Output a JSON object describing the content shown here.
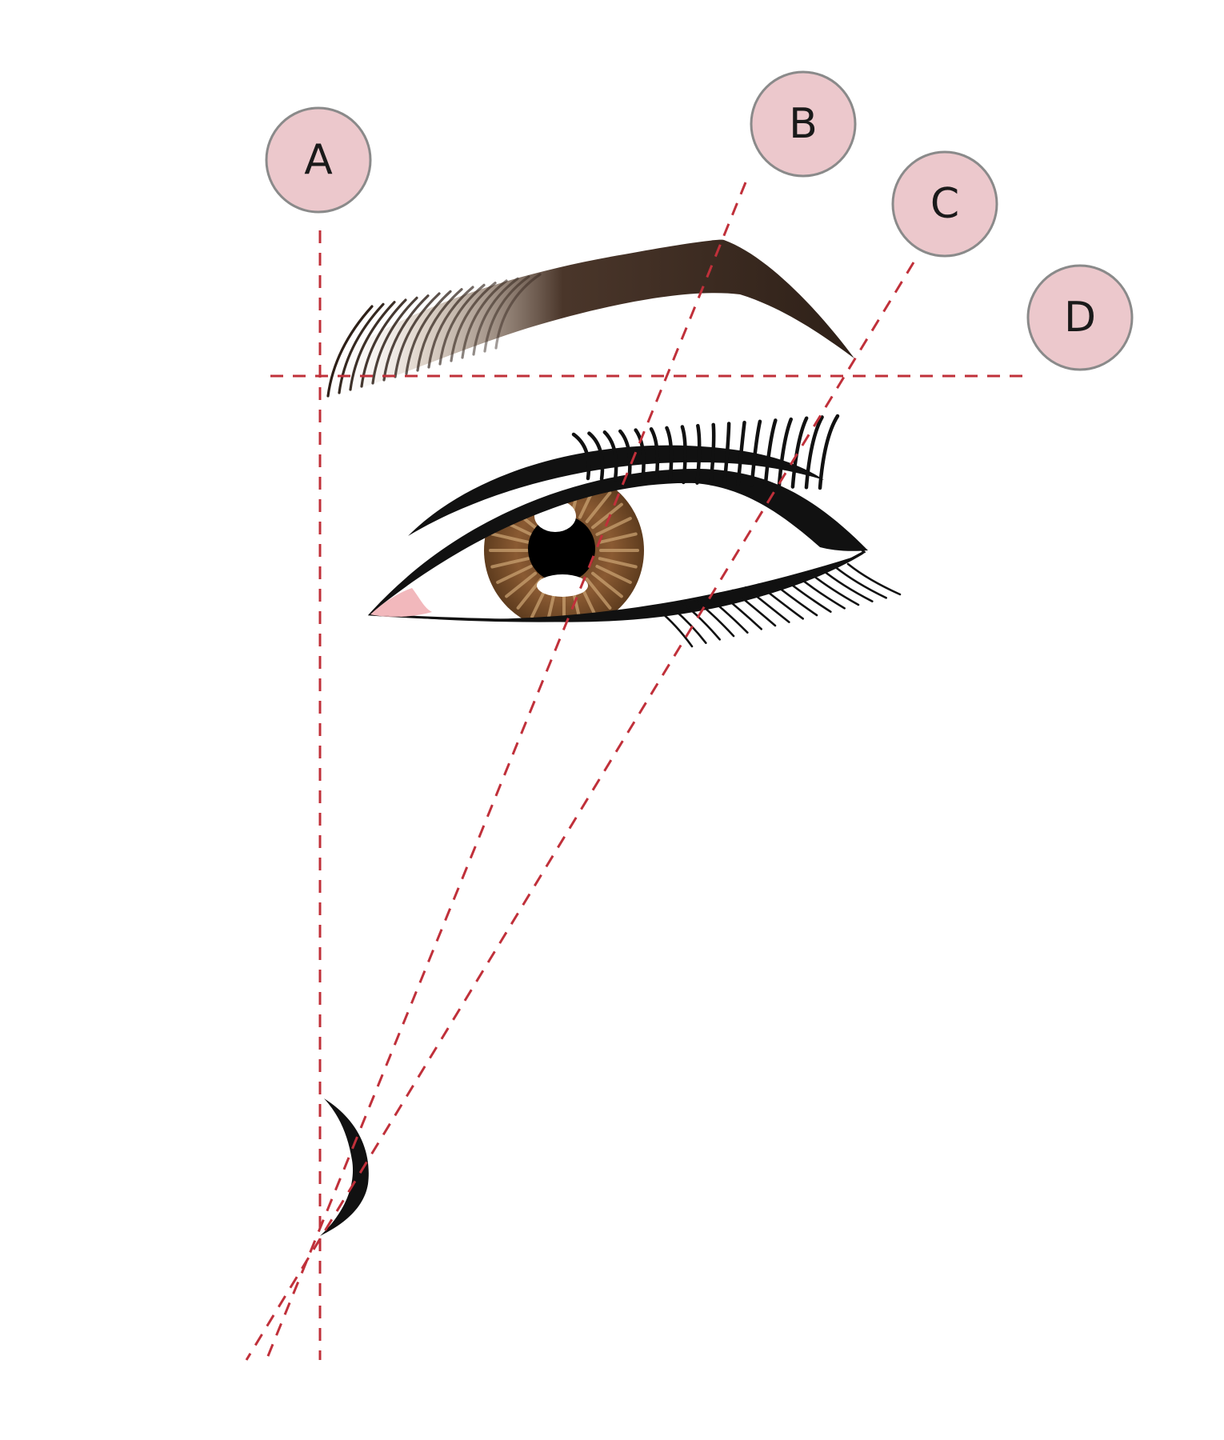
{
  "colors": {
    "guide_line": "#c0303a",
    "marker_fill": "#ecc8cc",
    "marker_stroke": "#8a8a8a",
    "marker_text": "#1a1a1a",
    "brow_dark": "#2e2018",
    "brow_light": "#a48a72",
    "iris": "#8a5a32",
    "iris_ray": "#c8a070",
    "pupil": "#000000",
    "sclera": "#ffffff",
    "caruncle": "#f2b8bc",
    "liner": "#111111"
  },
  "markers": [
    {
      "id": "A",
      "label": "A"
    },
    {
      "id": "B",
      "label": "B"
    },
    {
      "id": "C",
      "label": "C"
    },
    {
      "id": "D",
      "label": "D"
    }
  ],
  "icons": {
    "eyebrow": "eyebrow-icon",
    "eye": "eye-icon",
    "nostril": "nostril-icon"
  }
}
